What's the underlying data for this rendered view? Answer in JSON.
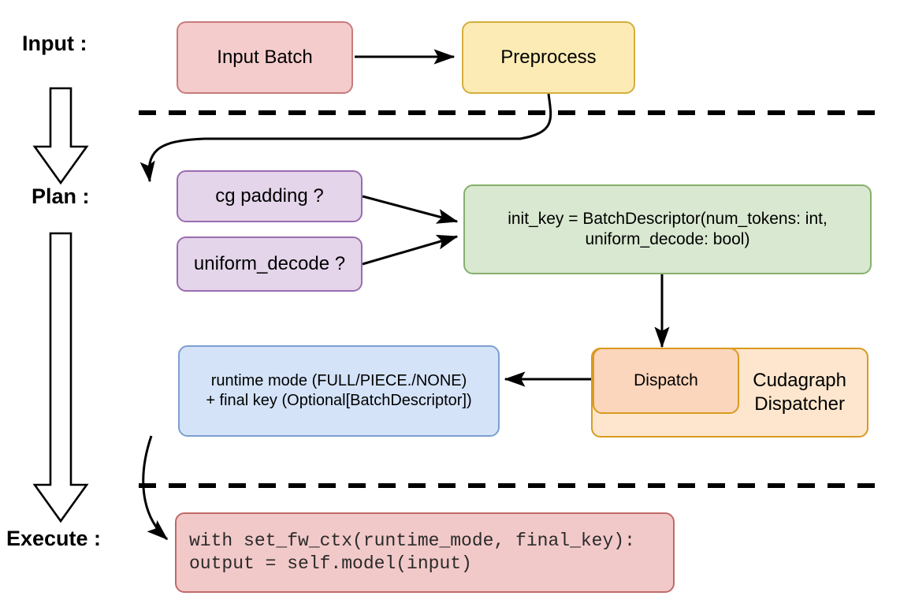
{
  "diagram": {
    "title": "vLLM cudagraph dispatch pipeline",
    "background": "#ffffff"
  },
  "stage_labels": [
    {
      "id": "input",
      "text": "Input :"
    },
    {
      "id": "plan",
      "text": "Plan :"
    },
    {
      "id": "execute",
      "text": "Execute :"
    }
  ],
  "nodes": {
    "input_batch": {
      "label": "Input Batch",
      "fill": "#f5cccc",
      "stroke": "#c87b7b"
    },
    "preprocess": {
      "label": "Preprocess",
      "fill": "#fcebb4",
      "stroke": "#d4ae3c"
    },
    "cg_padding": {
      "label": "cg padding ?",
      "fill": "#e4d5ea",
      "stroke": "#9a6cb0"
    },
    "uniform_decode": {
      "label": "uniform_decode ?",
      "fill": "#e4d5ea",
      "stroke": "#9a6cb0"
    },
    "init_key": {
      "label": "init_key = BatchDescriptor(num_tokens: int,\nuniform_decode: bool)",
      "fill": "#d9e8d0",
      "stroke": "#86b06b"
    },
    "cudagraph_dispatcher": {
      "label": "Cudagraph\nDispatcher",
      "fill": "#fde6cd",
      "stroke": "#d99a20"
    },
    "dispatch": {
      "label": "Dispatch",
      "fill": "#fbd5bc",
      "stroke": "#d99a20"
    },
    "runtime_mode": {
      "label": "runtime mode (FULL/PIECE./NONE)\n+ final key (Optional[BatchDescriptor])",
      "fill": "#d4e3f8",
      "stroke": "#7d9fd0"
    },
    "code_block": {
      "label": "with set_fw_ctx(runtime_mode, final_key):\n    output = self.model(input)",
      "fill": "#f2c9c9",
      "stroke": "#bf6a6a"
    }
  },
  "separators": [
    {
      "id": "input-plan-divider",
      "style": "dashed"
    },
    {
      "id": "plan-execute-divider",
      "style": "dashed"
    }
  ],
  "edges": [
    {
      "id": "input-batch-to-preprocess",
      "from": "input_batch",
      "to": "preprocess"
    },
    {
      "id": "preprocess-to-cg-padding",
      "from": "preprocess",
      "to": "cg_padding"
    },
    {
      "id": "cg-padding-to-init-key",
      "from": "cg_padding",
      "to": "init_key"
    },
    {
      "id": "uniform-decode-to-init-key",
      "from": "uniform_decode",
      "to": "init_key"
    },
    {
      "id": "init-key-to-dispatch",
      "from": "init_key",
      "to": "dispatch"
    },
    {
      "id": "dispatch-to-runtime-mode",
      "from": "dispatch",
      "to": "runtime_mode"
    },
    {
      "id": "runtime-mode-to-code-block",
      "from": "runtime_mode",
      "to": "code_block"
    }
  ],
  "stage_arrows": [
    {
      "id": "input-to-plan-arrow"
    },
    {
      "id": "plan-to-execute-arrow"
    }
  ]
}
